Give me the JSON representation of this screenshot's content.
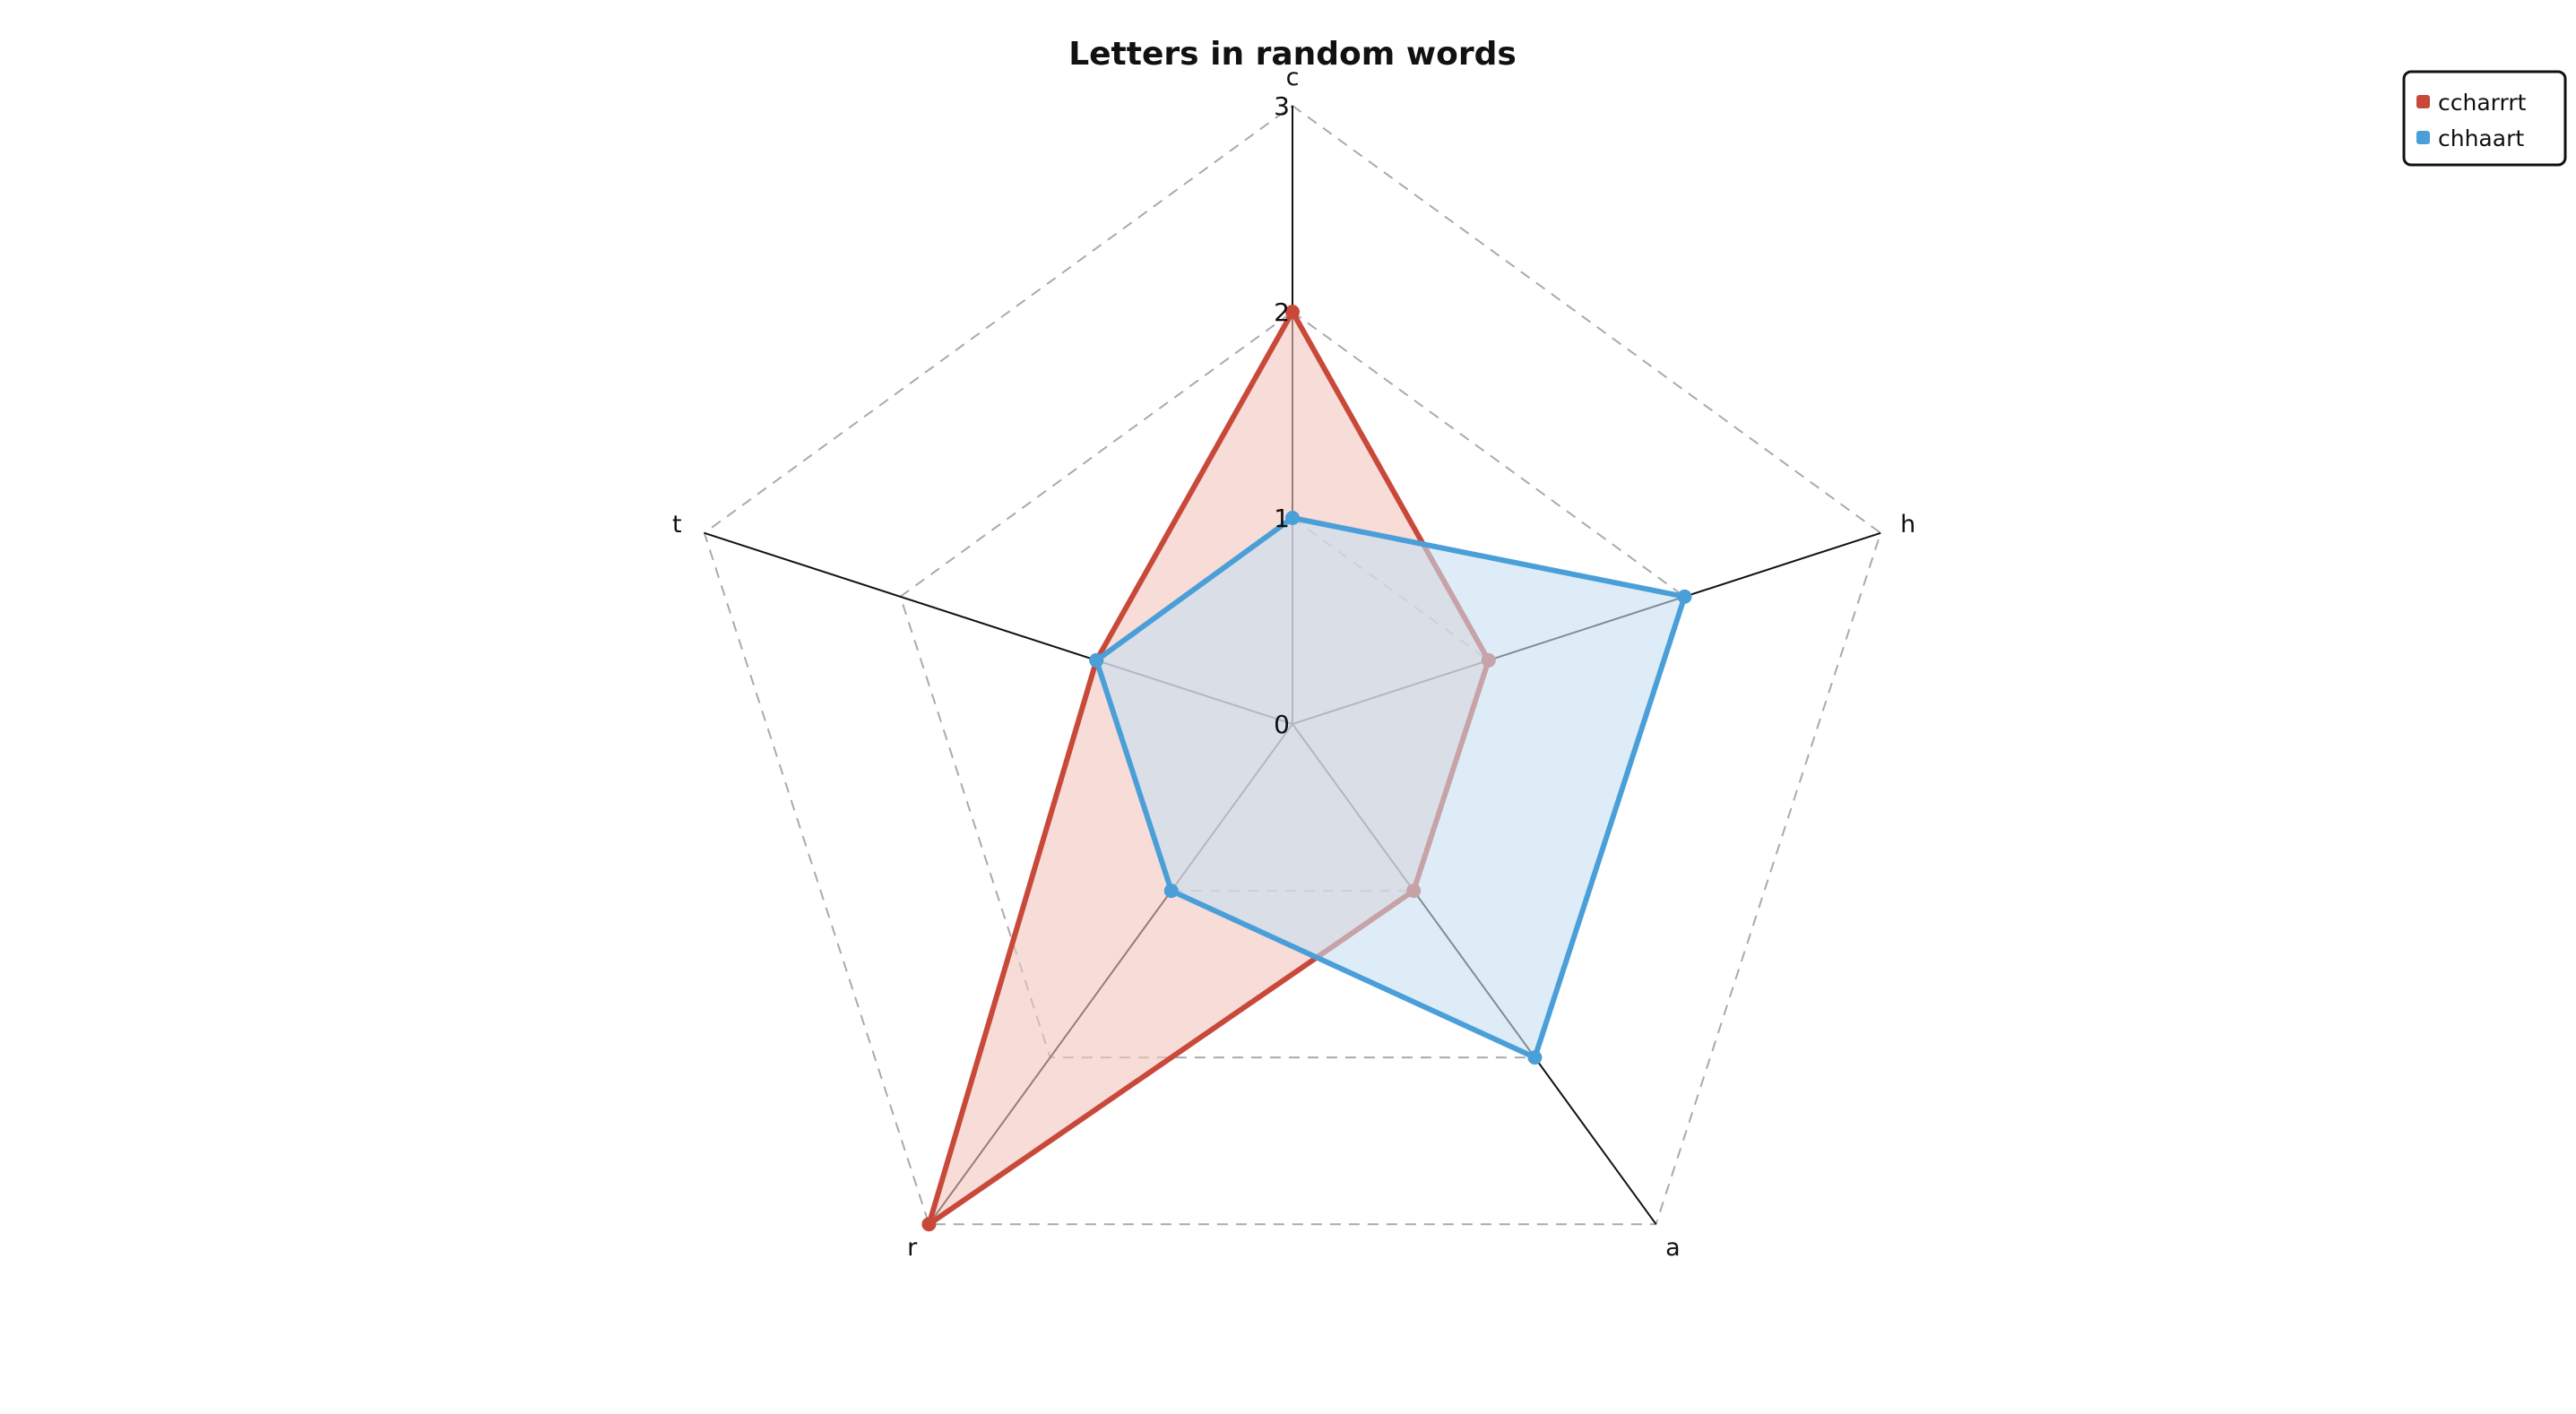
{
  "chart_data": {
    "type": "radar",
    "title": "Letters in random words",
    "axes": [
      "c",
      "h",
      "a",
      "r",
      "t"
    ],
    "scale": {
      "min": 0,
      "max": 3,
      "ticks": [
        0,
        1,
        2,
        3
      ]
    },
    "series": [
      {
        "name": "ccharrrt",
        "values": [
          2,
          1,
          1,
          3,
          1
        ],
        "color": "#c8493a",
        "fill": "#f2c4bd"
      },
      {
        "name": "chhaart",
        "values": [
          1,
          2,
          2,
          1,
          1
        ],
        "color": "#4a9fd9",
        "fill": "#c6e0f2"
      }
    ],
    "grid": "dashed",
    "legend": {
      "position": "top-right"
    }
  }
}
